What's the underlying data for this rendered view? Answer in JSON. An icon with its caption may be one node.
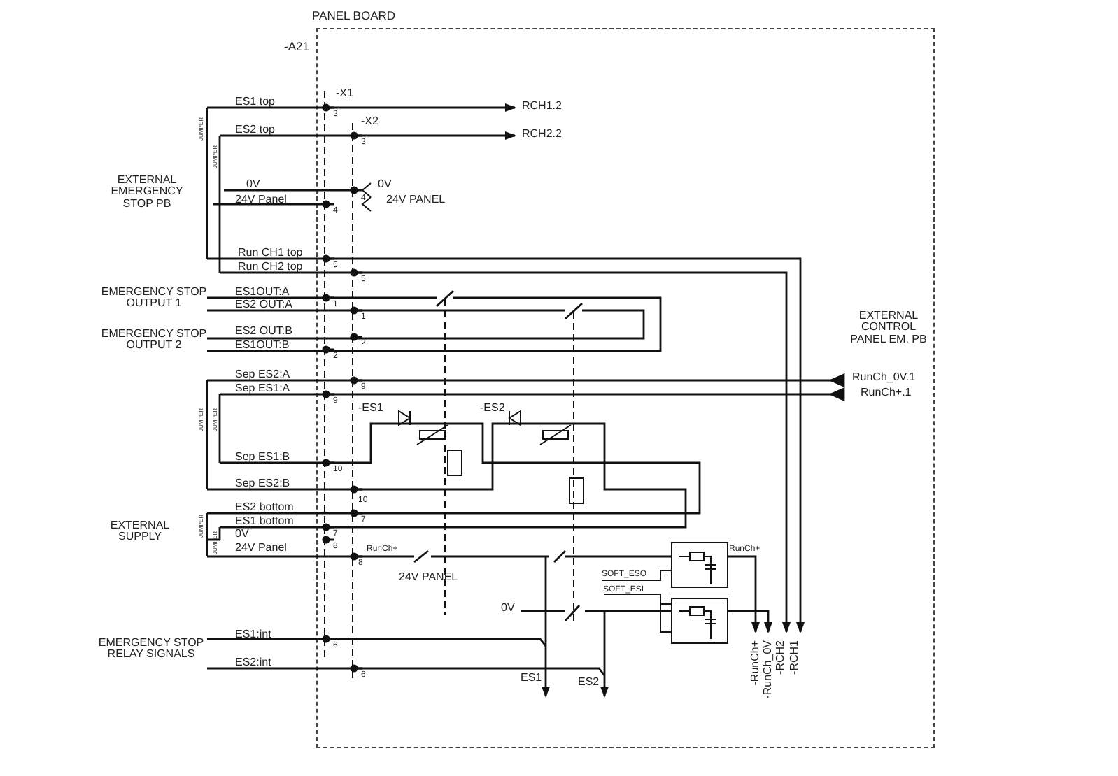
{
  "diagram": {
    "nodes": [
      {
        "text": [
          "PANEL BOARD",
          "-A21"
        ]
      }
    ],
    "labels": [
      "-X1",
      "ES1 top",
      "RCH1.2",
      "-X2",
      "ES2 top",
      "RCH2.2",
      "3",
      "3",
      "EXTERNAL EMERGENCY STOP PB",
      "0V",
      "24V Panel",
      "4",
      "4",
      "0V",
      "24V PANEL",
      "Run CH1 top",
      "Run CH2 top",
      "5",
      "5",
      "EMERGENCY STOP OUTPUT 1",
      "ES1OUT:A",
      "ES2 OUT:A",
      "1",
      "1",
      "EMERGENCY STOP OUTPUT 2",
      "ES2 OUT:B",
      "ES1OUT:B",
      "2",
      "2",
      "EXTERNAL CONTROL PANEL EM. PB",
      "RunCh_0V.1",
      "RunCh+.1",
      "Sep ES2:A",
      "Sep ES1:A",
      "9",
      "9",
      "-ES1",
      "-ES2",
      "Sep ES1:B",
      "10",
      "Sep ES2:B",
      "10",
      "EXTERNAL SUPPLY",
      "ES2 bottom",
      "ES1 bottom",
      "0V",
      "24V Panel",
      "7",
      "7",
      "8",
      "8",
      "RunCh+",
      "RunCh+",
      "24V PANEL",
      "SOFT_ESO",
      "SOFT_ESI",
      "0V",
      "EMERGENCY STOP RELAY SIGNALS",
      "ES1:int",
      "ES2:int",
      "6",
      "6",
      "ES1",
      "ES2",
      "-RunCh+",
      "-RunCh_0V",
      "-RCH2",
      "-RCH1",
      "JUMPER",
      "JUMPER",
      "JUMPER",
      "JUMPER",
      "JUMPER",
      "JUMPER"
    ]
  }
}
